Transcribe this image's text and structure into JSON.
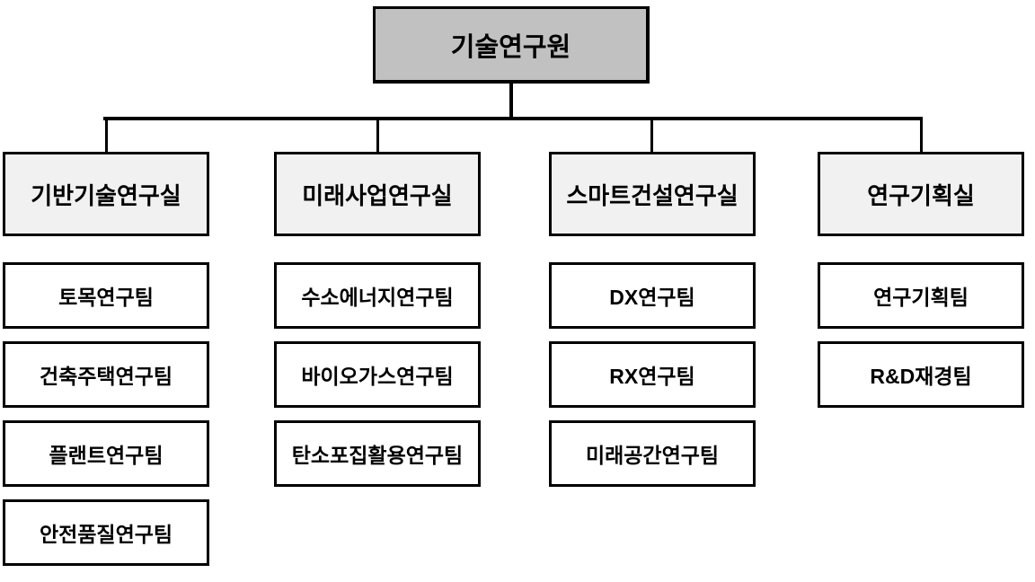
{
  "org_chart": {
    "root": {
      "label": "기술연구원"
    },
    "departments": [
      {
        "label": "기반기술연구실",
        "teams": [
          "토목연구팀",
          "건축주택연구팀",
          "플랜트연구팀",
          "안전품질연구팀"
        ]
      },
      {
        "label": "미래사업연구실",
        "teams": [
          "수소에너지연구팀",
          "바이오가스연구팀",
          "탄소포집활용연구팀"
        ]
      },
      {
        "label": "스마트건설연구실",
        "teams": [
          "DX연구팀",
          "RX연구팀",
          "미래공간연구팀"
        ]
      },
      {
        "label": "연구기획실",
        "teams": [
          "연구기획팀",
          "R&D재경팀"
        ]
      }
    ],
    "colors": {
      "root_fill": "#c1c1c1",
      "dept_fill": "#f1f1f1",
      "team_fill": "#ffffff",
      "line": "#000000",
      "text": "#000000"
    }
  }
}
